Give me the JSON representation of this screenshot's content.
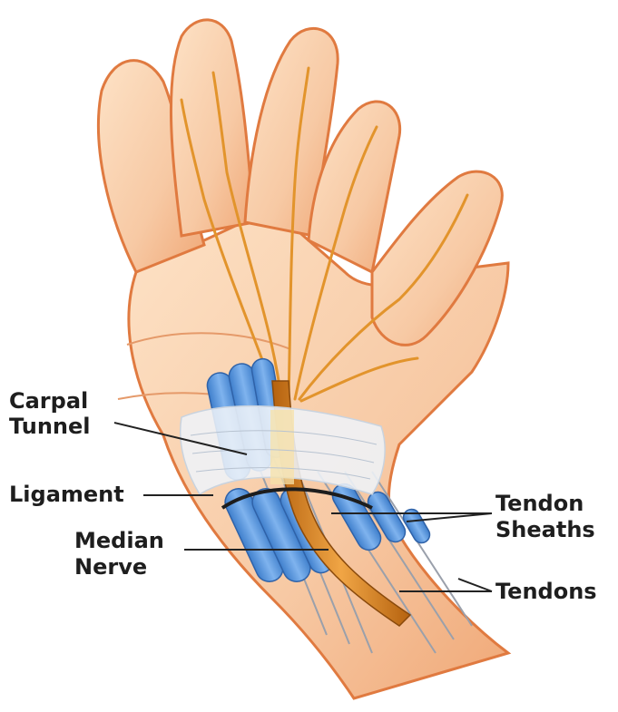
{
  "labels": {
    "carpal_tunnel": [
      "Carpal",
      "Tunnel"
    ],
    "ligament": "Ligament",
    "median_nerve": [
      "Median",
      "Nerve"
    ],
    "tendon_sheaths": [
      "Tendon",
      "Sheaths"
    ],
    "tendons": "Tendons"
  },
  "colors": {
    "skin": "#f7c9a4",
    "skin_outline": "#e07a40",
    "nerve": "#e2942c",
    "sheath": "#5b94d8",
    "ligament": "#eef3f8",
    "leader_line": "#222222"
  }
}
